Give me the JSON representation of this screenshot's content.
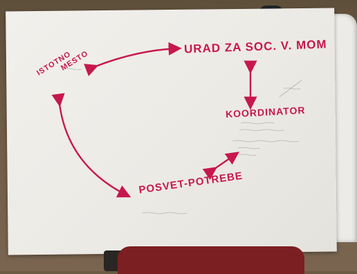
{
  "labels": {
    "urad": "URAD ZA SOC. V. MOM",
    "koordinator": "KOORDINATOR",
    "posvet": "POSVET-POTREBE",
    "istotno_1": "ISTOTNO",
    "istotno_2": "MESTO"
  },
  "colors": {
    "marker": "#c7174f",
    "paper": "#eeede9",
    "floor": "#6b5a44",
    "chair": "#7c1f22"
  }
}
